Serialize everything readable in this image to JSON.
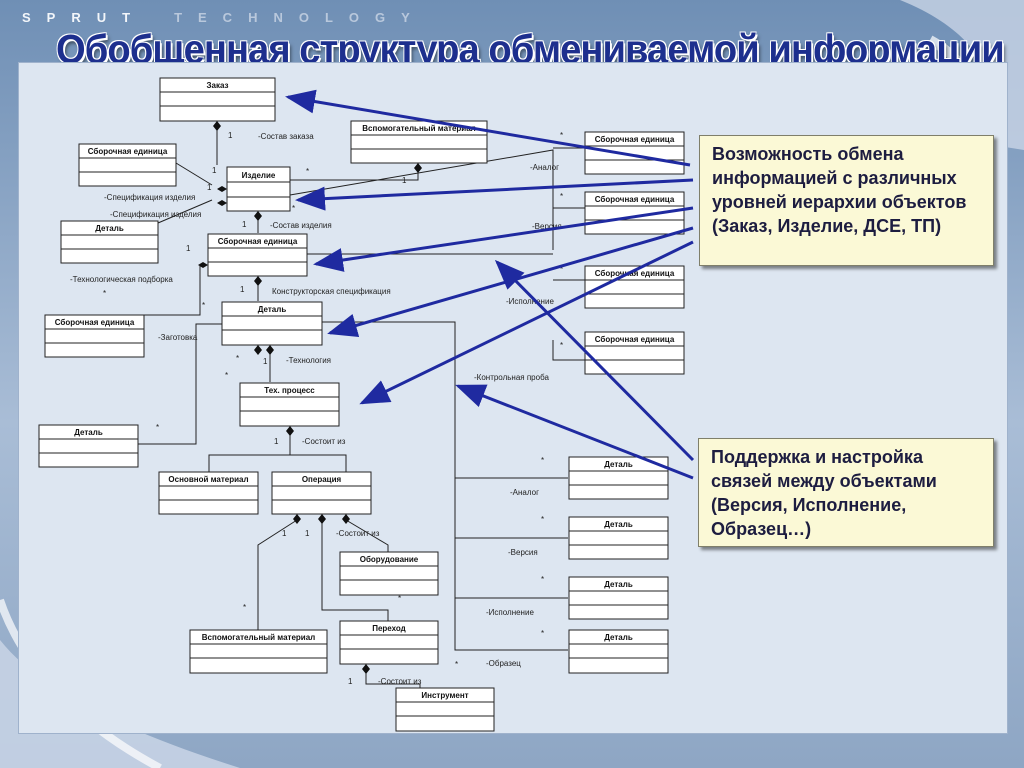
{
  "brand": "SPRUT TECHNOLOGY",
  "brand_left": "SPRUT",
  "brand_right": "TECHNOLOGY",
  "title": "Обобщенная структура обмениваемой информации",
  "callouts": {
    "hierarchy": "Возможность обмена информацией с различных уровней иерархии объектов (Заказ, Изделие, ДСЕ, ТП)",
    "links": "Поддержка и настройка связей между объектами (Версия, Исполнение, Образец…)"
  },
  "classes": {
    "order": "Заказ",
    "asm_left": "Сборочная единица",
    "product": "Изделие",
    "aux_top": "Вспомогательный материал",
    "asm_r1": "Сборочная единица",
    "detail_left1": "Деталь",
    "asm_mid": "Сборочная единица",
    "asm_r2": "Сборочная единица",
    "asm_r3": "Сборочная единица",
    "asm_left2": "Сборочная единица",
    "detail_mid": "Деталь",
    "asm_r4": "Сборочная единица",
    "tech_proc": "Тех. процесс",
    "detail_left2": "Деталь",
    "base_mat": "Основной материал",
    "operation": "Операция",
    "detail_r1": "Деталь",
    "detail_r2": "Деталь",
    "equipment": "Оборудование",
    "detail_r3": "Деталь",
    "transition": "Переход",
    "aux_bottom": "Вспомогательный материал",
    "detail_r4": "Деталь",
    "tool": "Инструмент"
  },
  "roles": {
    "order_comp": "-Состав заказа",
    "analog1": "-Аналог",
    "spec1": "-Спецификация изделия",
    "spec2": "-Спецификация изделия",
    "product_comp": "-Состав изделия",
    "version1": "-Версия",
    "tech_pick": "-Технологическая подборка",
    "design_spec": "Конструкторская спецификация",
    "execution1": "-Исполнение",
    "blank": "-Заготовка",
    "technology": "-Технология",
    "control_sample": "-Контрольная проба",
    "consists1": "-Состоит из",
    "analog2": "-Аналог",
    "consists2": "-Состоит из",
    "version2": "-Версия",
    "execution2": "-Исполнение",
    "sample": "-Образец",
    "consists3": "-Состоит из"
  },
  "multiplicity": {
    "one": "1",
    "many": "*"
  },
  "colors": {
    "arrow": "#1f2aa0",
    "title": "#1d2f8e",
    "callout_bg": "#fbf9d6"
  }
}
